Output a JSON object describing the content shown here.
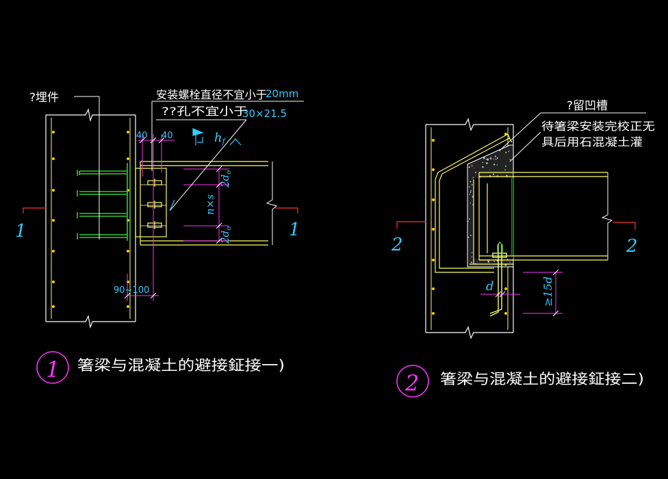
{
  "colors": {
    "background": "#000000",
    "white": "#ffffff",
    "yellow": "#ffff66",
    "green": "#33cc33",
    "cyan": "#33ccff",
    "red": "#ff3333",
    "magenta": "#ff33ff",
    "rebar_dot": "#ffcc00"
  },
  "detail1": {
    "embedded_part_label": "?埋件",
    "bolt_note_line1": "安装螺栓直径不宜小于",
    "bolt_note_value": "20mm",
    "hole_note_line1": "??孔不宜小于",
    "hole_note_value": "30×21.5",
    "dim_40_left": "40",
    "dim_40_right": "40",
    "weld_symbol": "h",
    "weld_sub": "f",
    "dim_2d0_top": "2d",
    "dim_nxs": "n×s",
    "dim_2d0_bottom": "2d",
    "dim_sub_0": "o",
    "dim_90_100": "90~100",
    "section_mark_left": "1",
    "section_mark_right": "1",
    "circle_number": "1",
    "caption": "箸梁与混凝土的避接鉦接一)"
  },
  "detail2": {
    "groove_label": "?留凹槽",
    "grout_note_line1": "待箸梁安装完校正无",
    "grout_note_line2": "具后用石混凝土灌",
    "dim_d": "d",
    "dim_15d": "≥15d",
    "section_mark_left": "2",
    "section_mark_right": "2",
    "circle_number": "2",
    "caption": "箸梁与混凝土的避接鉦接二)"
  }
}
